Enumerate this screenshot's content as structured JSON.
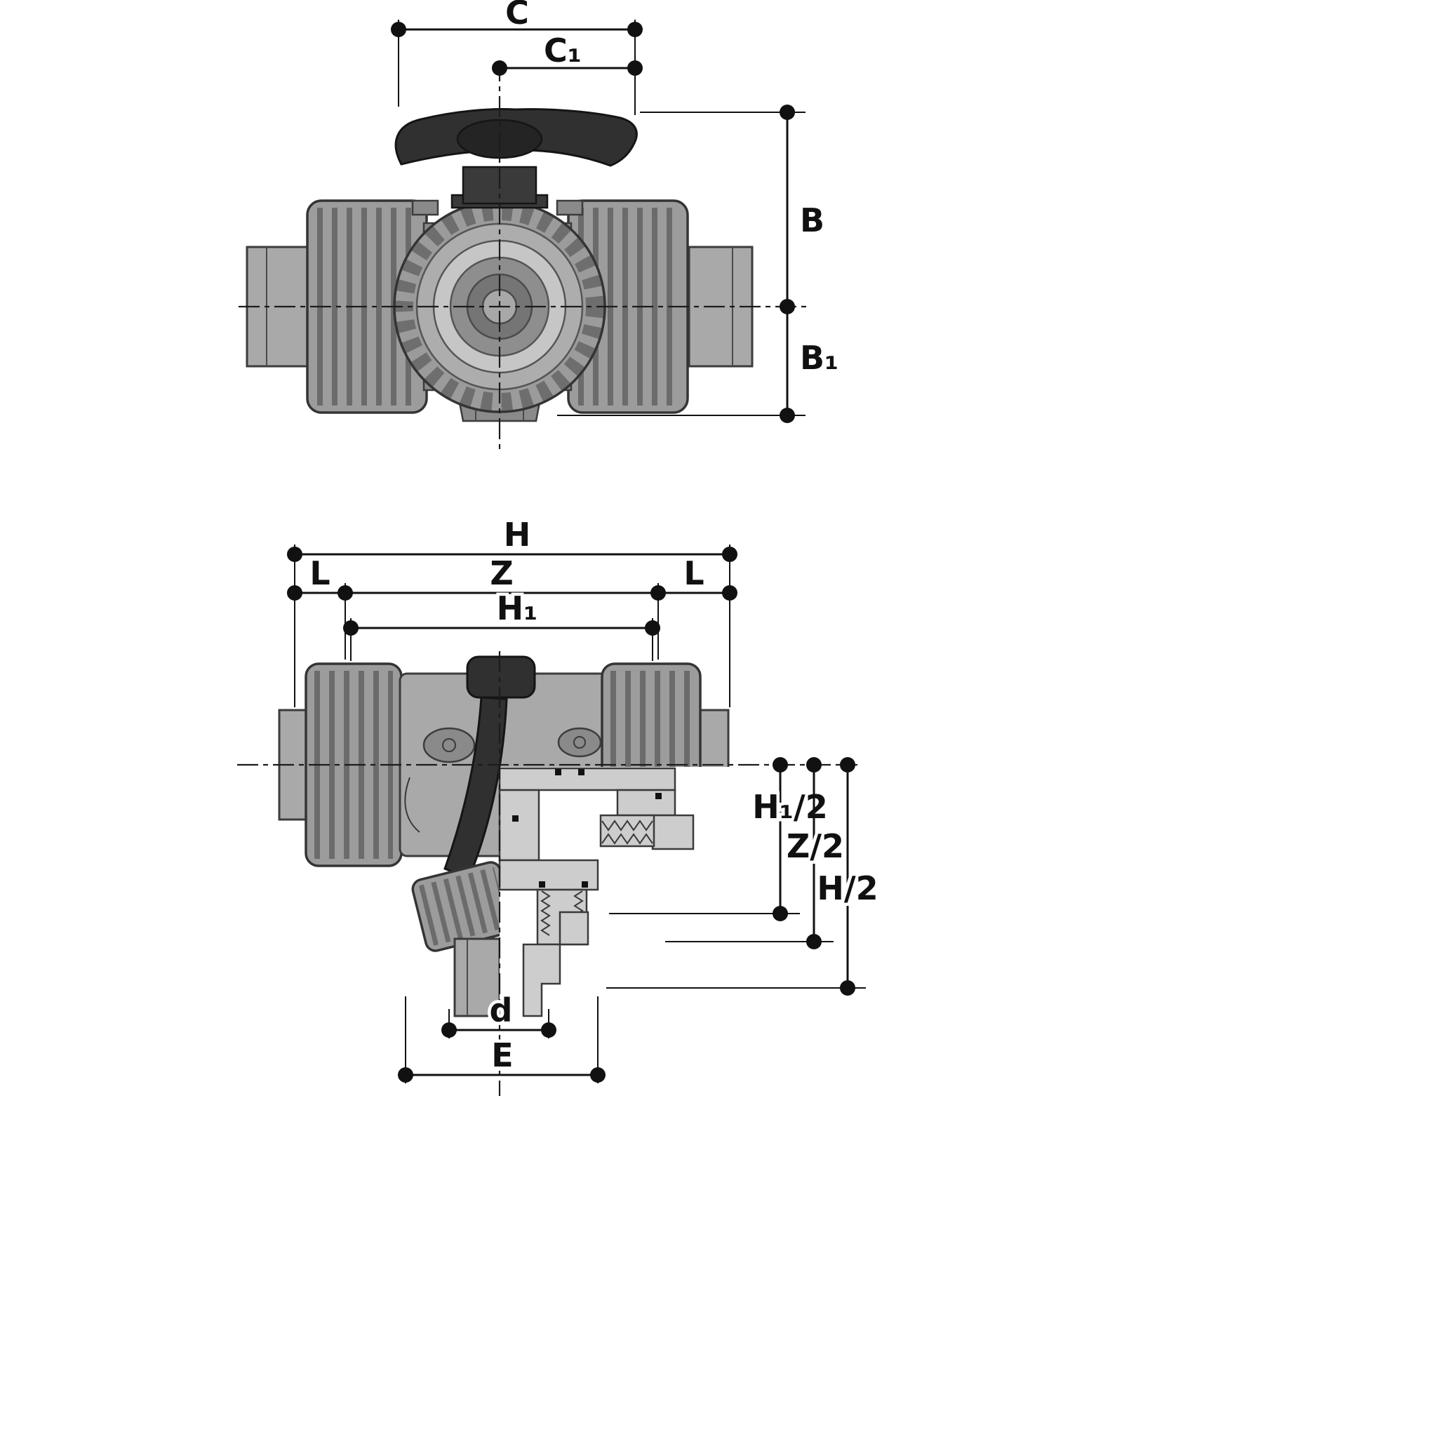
{
  "dims": {
    "C": "C",
    "C1": "C₁",
    "B": "B",
    "B1": "B₁",
    "H": "H",
    "L_left": "L",
    "Z": "Z",
    "L_right": "L",
    "H1": "H₁",
    "H1_half": "H₁/2",
    "Z_half": "Z/2",
    "H_half": "H/2",
    "d": "d",
    "E": "E"
  },
  "colors": {
    "background": "#ffffff",
    "line": "#111111",
    "body_gray": "#9c9c9c",
    "body_dark": "#6b6b6b",
    "handle_dark": "#303030",
    "section_fill": "#cdcdcd"
  }
}
